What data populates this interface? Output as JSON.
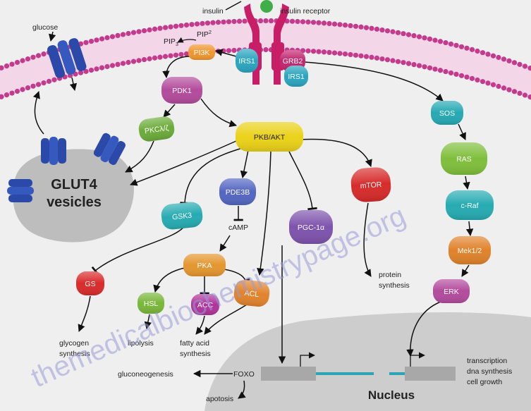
{
  "labels": {
    "insulin": "insulin",
    "insulin_receptor": "insulin receptor",
    "glucose": "glucose",
    "pip2": "PIP",
    "pip2_sub": "2",
    "pip3": "PIP",
    "pip3_sub": "3",
    "glut4_line1": "GLUT4",
    "glut4_line2": "vesicles",
    "camp": "cAMP",
    "protein_synthesis_1": "protein",
    "protein_synthesis_2": "synthesis",
    "glycogen_synthesis_1": "glycogen",
    "glycogen_synthesis_2": "synthesis",
    "lipolysis": "lipolysis",
    "fatty_acid_synthesis_1": "fatty acid",
    "fatty_acid_synthesis_2": "synthesis",
    "gluconeogenesis": "gluconeogenesis",
    "foxo": "FOXO",
    "apotosis": "apotosis",
    "nucleus": "Nucleus",
    "transcription": "transcription",
    "dna_synthesis": "dna synthesis",
    "cell_growth": "cell growth",
    "watermark": "themedicalbiochemistrypage.org"
  },
  "nodes": {
    "pi3k": "PI3K",
    "irs1_left": "IRS1",
    "grb2": "GRB2",
    "irs1_right": "IRS1",
    "pdk1": "PDK1",
    "pkc": "PKCλ/ζ",
    "pkb_akt": "PKB/AKT",
    "pde3b": "PDE3B",
    "gsk3": "GSK3",
    "pgc1a": "PGC-1α",
    "mtor": "mTOR",
    "pka": "PKA",
    "gs": "GS",
    "hsl": "HSL",
    "acc": "ACC",
    "acl": "ACL",
    "sos": "SOS",
    "ras": "RAS",
    "craf": "c-Raf",
    "mek": "Mek1/2",
    "erk": "ERK"
  },
  "colors": {
    "background": "#efefef",
    "membrane_head": "#c23b8c",
    "membrane_tail": "#e7a9cf",
    "receptor": "#c81e67",
    "insulin_ball": "#3fae49",
    "transporter": "#2b49a8",
    "vesicle": "#bdbdbd",
    "nucleus": "#cdcdcd",
    "pi3k": "#f0962e",
    "irs": "#2aa5bf",
    "grb2": "#c2266e",
    "pdk1": "#b34b9c",
    "pkc": "#6cab3a",
    "pkb": "#ead118",
    "pde3b": "#5466c2",
    "gsk3": "#26abb2",
    "pgc": "#7e53ad",
    "mtor": "#d72b2b",
    "pka": "#e4962f",
    "gs": "#d92b2b",
    "hsl": "#79b73a",
    "acc": "#b0349a",
    "acl": "#e1832c",
    "sos": "#26a9b3",
    "ras": "#7fbf3c",
    "craf": "#26abb2",
    "mek": "#e0822b",
    "erk": "#b34b9c",
    "gene_box": "#a8a8a8",
    "dna": "#2aa5b5"
  }
}
